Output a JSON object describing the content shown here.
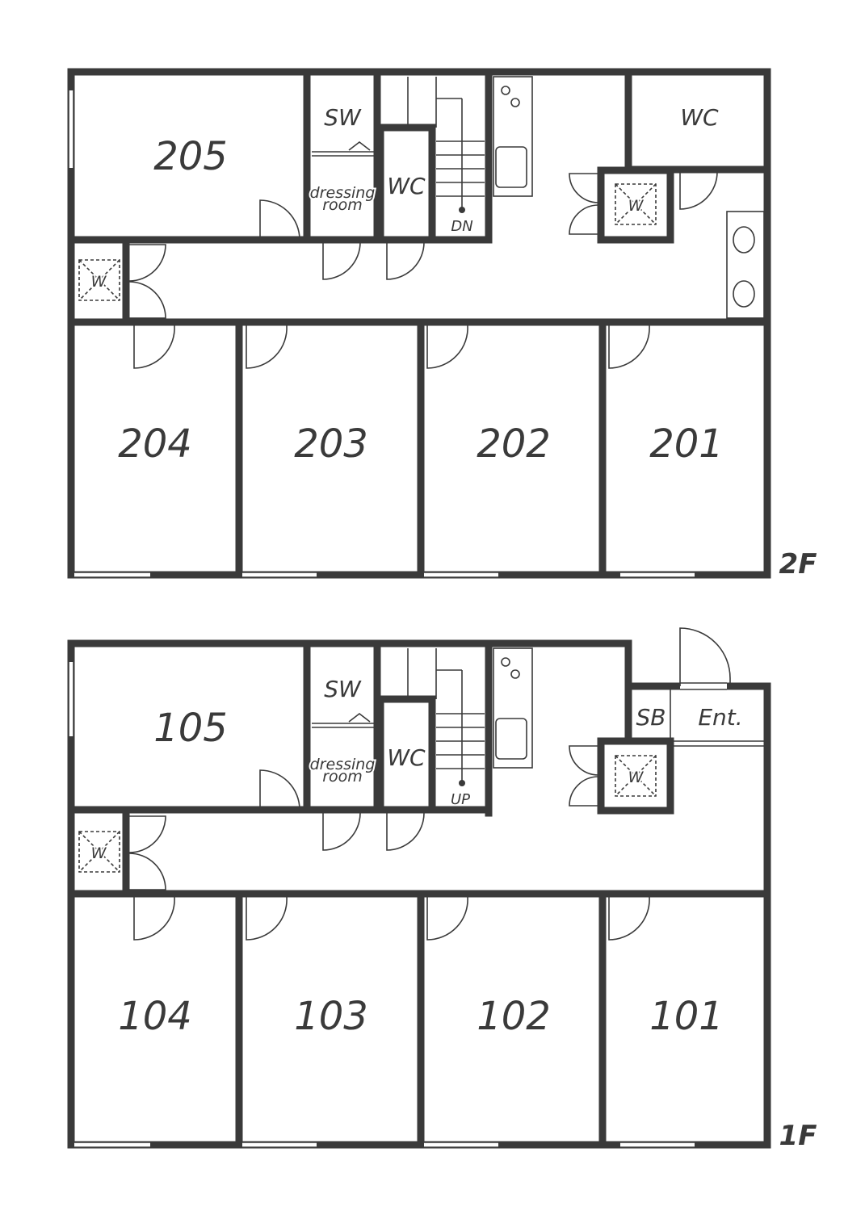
{
  "floors": [
    {
      "floor_label": "2F",
      "rooms": {
        "r5": "205",
        "r4": "204",
        "r3": "203",
        "r2": "202",
        "r1": "201"
      },
      "sw": "SW",
      "dressing_line1": "dressing",
      "dressing_line2": "room",
      "wc_small": "WC",
      "wc_large": "WC",
      "stairs": "DN",
      "washer_top": "W",
      "washer_left": "W"
    },
    {
      "floor_label": "1F",
      "rooms": {
        "r5": "105",
        "r4": "104",
        "r3": "103",
        "r2": "102",
        "r1": "101"
      },
      "sw": "SW",
      "dressing_line1": "dressing",
      "dressing_line2": "room",
      "wc_small": "WC",
      "stairs": "UP",
      "washer_top": "W",
      "washer_left": "W",
      "sb": "SB",
      "entrance": "Ent."
    }
  ]
}
